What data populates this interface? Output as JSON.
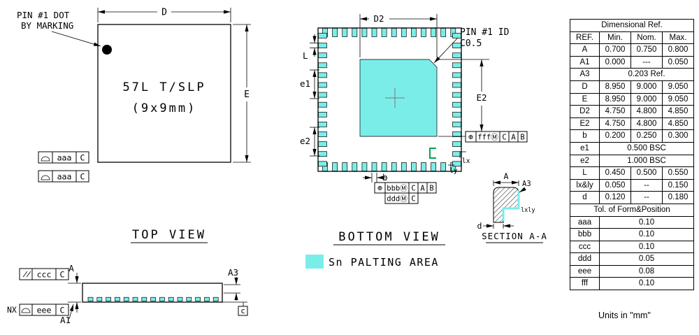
{
  "colors": {
    "pad_fill": "#7BEDE9",
    "accent_green": "#00A550",
    "line": "#000000"
  },
  "top_view": {
    "title": "TOP VIEW",
    "pin1_line1": "PIN #1 DOT",
    "pin1_line2": "BY MARKING",
    "chip_line1": "57L T/SLP",
    "chip_line2": "(9x9mm)",
    "dim_d": "D",
    "dim_e": "E",
    "fcf1": {
      "tol": "aaa",
      "datum": "C"
    },
    "fcf2": {
      "tol": "aaa",
      "datum": "C"
    }
  },
  "side_view": {
    "dim_a": "A",
    "dim_a1": "A1",
    "dim_a3": "A3",
    "nx": "NX",
    "fcf_ccc": {
      "tol": "ccc",
      "datum": "C"
    },
    "fcf_eee": {
      "tol": "eee",
      "datum": "C"
    },
    "datum_flag": "c"
  },
  "bottom_view": {
    "title": "BOTTOM VIEW",
    "pin1_line1": "PIN #1 ID",
    "pin1_line2": "C0.5",
    "legend": "Sn PALTING AREA",
    "dim_d2": "D2",
    "dim_e2": "E2",
    "dim_l": "L",
    "dim_e1": "e1",
    "dim_e2p": "e2",
    "dim_b": "b",
    "dim_lx": "lx",
    "dim_ly": "ly",
    "fcf_fff": {
      "sym": "⊕",
      "tol": "fffⓂ",
      "d1": "C",
      "d2": "A",
      "d3": "B"
    },
    "fcf_bbb": {
      "sym": "⊕",
      "tol": "bbbⓂ",
      "d1": "C",
      "d2": "A",
      "d3": "B"
    },
    "fcf_ddd": {
      "tol": "dddⓂ",
      "d1": "C"
    }
  },
  "section": {
    "title": "SECTION A-A",
    "dim_a": "A",
    "dim_a3": "A3",
    "dim_d": "d",
    "dim_lxly": "lxly"
  },
  "table": {
    "title": "Dimensional Ref.",
    "col_ref": "REF.",
    "col_min": "Min.",
    "col_nom": "Nom.",
    "col_max": "Max.",
    "rows": [
      {
        "ref": "A",
        "min": "0.700",
        "nom": "0.750",
        "max": "0.800"
      },
      {
        "ref": "A1",
        "min": "0.000",
        "nom": "---",
        "max": "0.050"
      },
      {
        "ref": "A3",
        "merged": "0.203 Ref."
      },
      {
        "ref": "D",
        "min": "8.950",
        "nom": "9.000",
        "max": "9.050"
      },
      {
        "ref": "E",
        "min": "8.950",
        "nom": "9.000",
        "max": "9.050"
      },
      {
        "ref": "D2",
        "min": "4.750",
        "nom": "4.800",
        "max": "4.850"
      },
      {
        "ref": "E2",
        "min": "4.750",
        "nom": "4.800",
        "max": "4.850"
      },
      {
        "ref": "b",
        "min": "0.200",
        "nom": "0.250",
        "max": "0.300"
      },
      {
        "ref": "e1",
        "merged": "0.500 BSC"
      },
      {
        "ref": "e2",
        "merged": "1.000 BSC"
      },
      {
        "ref": "L",
        "min": "0.450",
        "nom": "0.500",
        "max": "0.550"
      },
      {
        "ref": "lx&ly",
        "min": "0.050",
        "nom": "--",
        "max": "0.150"
      },
      {
        "ref": "d",
        "min": "0.120",
        "nom": "--",
        "max": "0.180"
      }
    ],
    "tol_title": "Tol. of Form&Position",
    "tol_rows": [
      {
        "ref": "aaa",
        "val": "0.10"
      },
      {
        "ref": "bbb",
        "val": "0.10"
      },
      {
        "ref": "ccc",
        "val": "0.10"
      },
      {
        "ref": "ddd",
        "val": "0.05"
      },
      {
        "ref": "eee",
        "val": "0.08"
      },
      {
        "ref": "fff",
        "val": "0.10"
      }
    ]
  },
  "units_note": "Units in \"mm\""
}
